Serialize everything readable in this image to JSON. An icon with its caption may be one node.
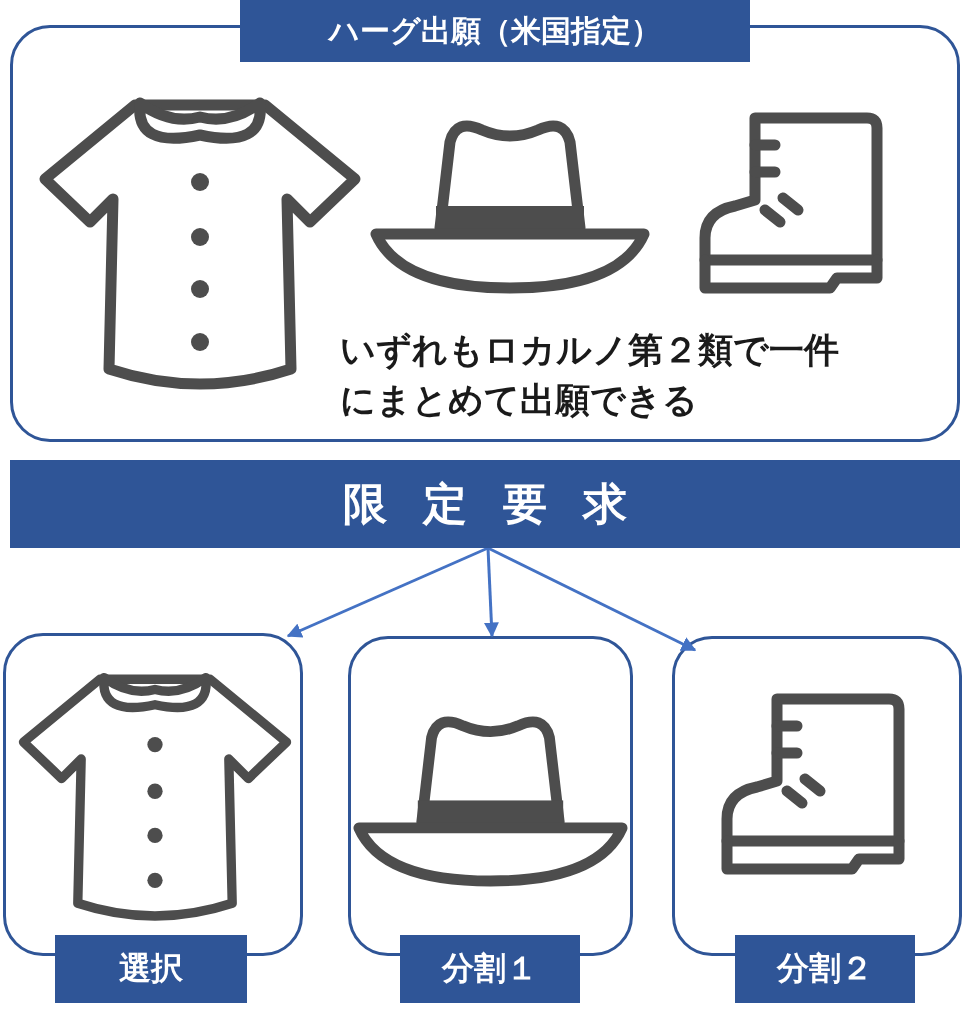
{
  "diagram": {
    "nodes": [
      {
        "text": [
          "ハーグ出願（米国指定）",
          "いずれもロカルノ第２類で一件にまとめて出願できる"
        ]
      },
      {
        "text": [
          "限定要求"
        ]
      },
      {
        "text": [
          "選択"
        ]
      },
      {
        "text": [
          "分割１"
        ]
      },
      {
        "text": [
          "分割２"
        ]
      }
    ],
    "edges": [
      {
        "from": 1,
        "to": 2,
        "arrow": "to"
      },
      {
        "from": 1,
        "to": 3,
        "arrow": "to"
      },
      {
        "from": 1,
        "to": 4,
        "arrow": "to"
      }
    ]
  }
}
